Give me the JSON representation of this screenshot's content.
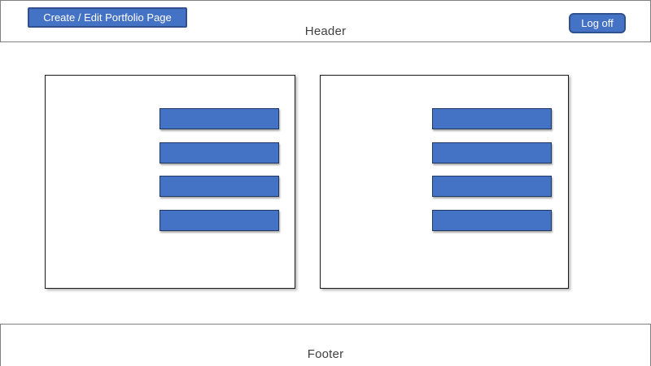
{
  "header": {
    "title": "Header",
    "create_edit_button_label": "Create / Edit Portfolio Page",
    "logoff_button_label": "Log off"
  },
  "footer": {
    "title": "Footer"
  },
  "panels": [
    {
      "id": "portfolio-panel-left",
      "bar_count": 4
    },
    {
      "id": "portfolio-panel-right",
      "bar_count": 4
    }
  ],
  "colors": {
    "bar_fill": "#4472c4",
    "bar_border": "#1f3864",
    "button_fill": "#4472c4",
    "button_border": "#2f528f",
    "frame_border": "#7f7f7f",
    "panel_border": "#1a1a1a",
    "text": "#404040"
  }
}
